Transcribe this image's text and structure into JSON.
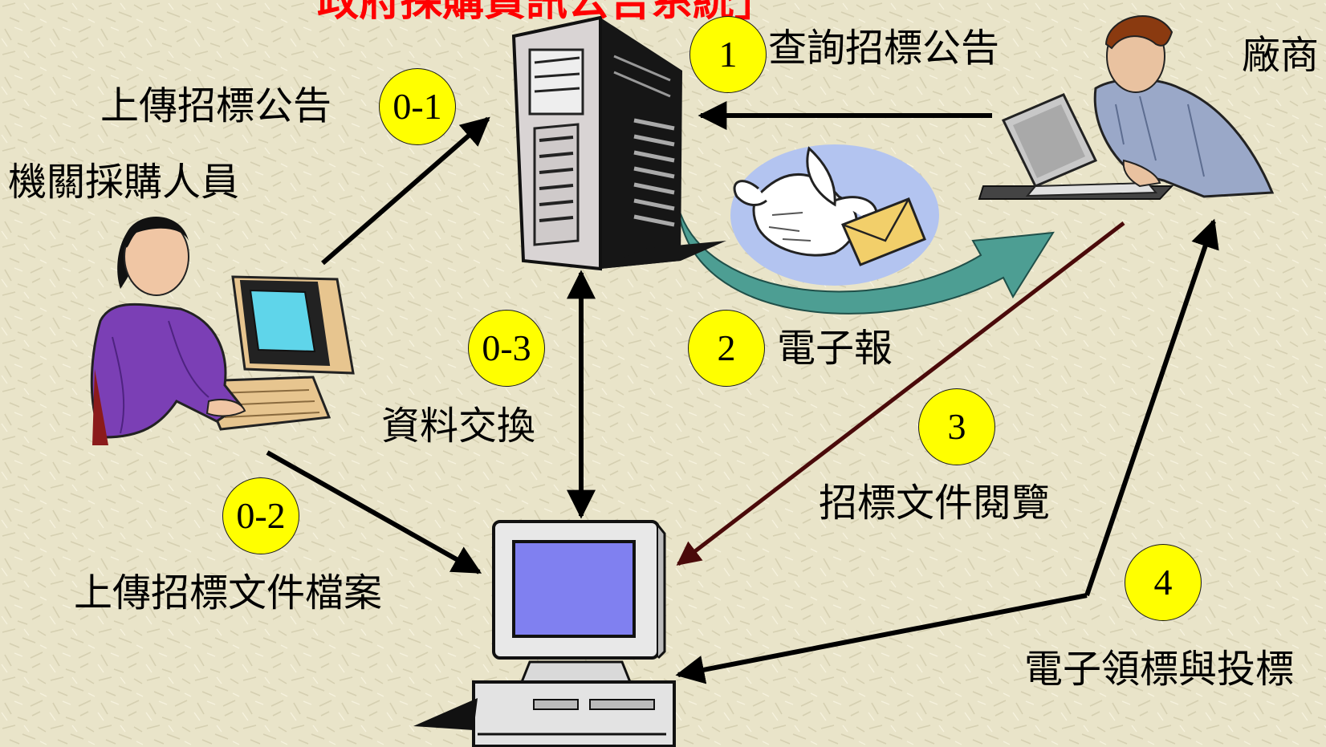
{
  "title": "政府採購資訊公告系統」",
  "nodes": {
    "agency": "機關採購人員",
    "vendor": "廠商"
  },
  "steps": [
    {
      "badge": "0-1",
      "label": "上傳招標公告"
    },
    {
      "badge": "0-2",
      "label": "上傳招標文件檔案"
    },
    {
      "badge": "0-3",
      "label": "資料交換"
    },
    {
      "badge": "1",
      "label": "查詢招標公告"
    },
    {
      "badge": "2",
      "label": "電子報"
    },
    {
      "badge": "3",
      "label": "招標文件閱覽"
    },
    {
      "badge": "4",
      "label": "電子領標與投標"
    }
  ],
  "colors": {
    "title": "#ff0000",
    "badge": "#ffff00",
    "arrow": "#000000",
    "arrow_step3": "#4a0a0a",
    "background": "#e9e4c9"
  }
}
